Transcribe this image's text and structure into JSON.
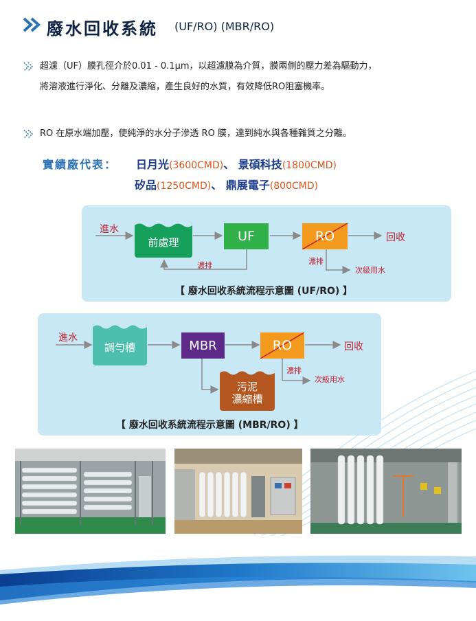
{
  "header": {
    "title": "廢水回收系統",
    "subtitle": "(UF/RO) (MBR/RO)"
  },
  "bullets": [
    "超濾（UF）膜孔徑介於0.01 - 0.1μm，以超濾膜為介質，膜兩側的壓力差為驅動力，將溶液進行淨化、分離及濃縮，產生良好的水質，有效降低RO阻塞機率。",
    "RO 在原水端加壓，使純淨的水分子滲透 RO 膜，達到純水與各種雜質之分離。"
  ],
  "references": {
    "label": "實績廠代表：",
    "plants": [
      {
        "name": "日月光",
        "capacity": "(3600CMD)",
        "sep": "、"
      },
      {
        "name": "景碩科技",
        "capacity": "(1800CMD)",
        "sep": ""
      },
      {
        "name": "矽品",
        "capacity": "(1250CMD)",
        "sep": "、"
      },
      {
        "name": "鼎展電子",
        "capacity": "(800CMD)",
        "sep": ""
      }
    ]
  },
  "diagram1": {
    "inlet": "進水",
    "pretreatment": "前處理",
    "uf": "UF",
    "ro": "RO",
    "recover": "回收",
    "drain1": "濃排",
    "drain2": "濃排",
    "secondary": "次級用水",
    "caption": "【 廢水回收系統流程示意圖 (UF/RO) 】"
  },
  "diagram2": {
    "inlet": "進水",
    "tank": "調勻槽",
    "mbr": "MBR",
    "ro": "RO",
    "recover": "回收",
    "drain": "濃排",
    "secondary": "次級用水",
    "sludge_line1": "污泥",
    "sludge_line2": "濃縮槽",
    "caption": "【 廢水回收系統流程示意圖 (MBR/RO) 】"
  },
  "colors": {
    "navy": "#0d2240",
    "accent_blue": "#2c73b5",
    "orange": "#f39a1e",
    "green": "#31b14a",
    "pretreat_green": "#17a05c",
    "purple": "#5d2a8a",
    "teal": "#4dbfb1",
    "sludge": "#b4561f",
    "red_text": "#c0202a",
    "panel": "#c9e8f6"
  }
}
